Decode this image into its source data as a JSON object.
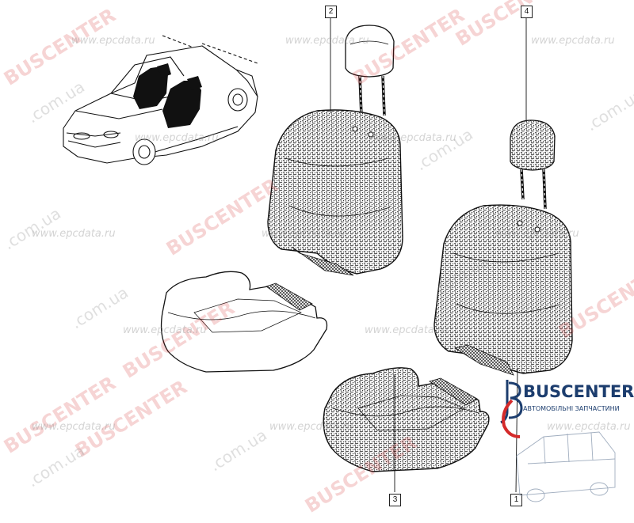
{
  "diagram": {
    "callouts": [
      {
        "id": "part-2",
        "label": "2"
      },
      {
        "id": "part-4",
        "label": "4"
      },
      {
        "id": "part-3",
        "label": "3"
      },
      {
        "id": "part-1",
        "label": "1"
      }
    ]
  },
  "watermarks": {
    "bus": "BUSCENTER",
    "ua": ".com.ua",
    "epc": "www.epcdata.ru"
  },
  "brand": {
    "name": "BUSCENTER",
    "subtitle": "АВТОМОБІЛЬНІ ЗАПЧАСТИНИ"
  },
  "colors": {
    "brand_blue": "#1c3d6e",
    "brand_red": "#d42a2a"
  }
}
